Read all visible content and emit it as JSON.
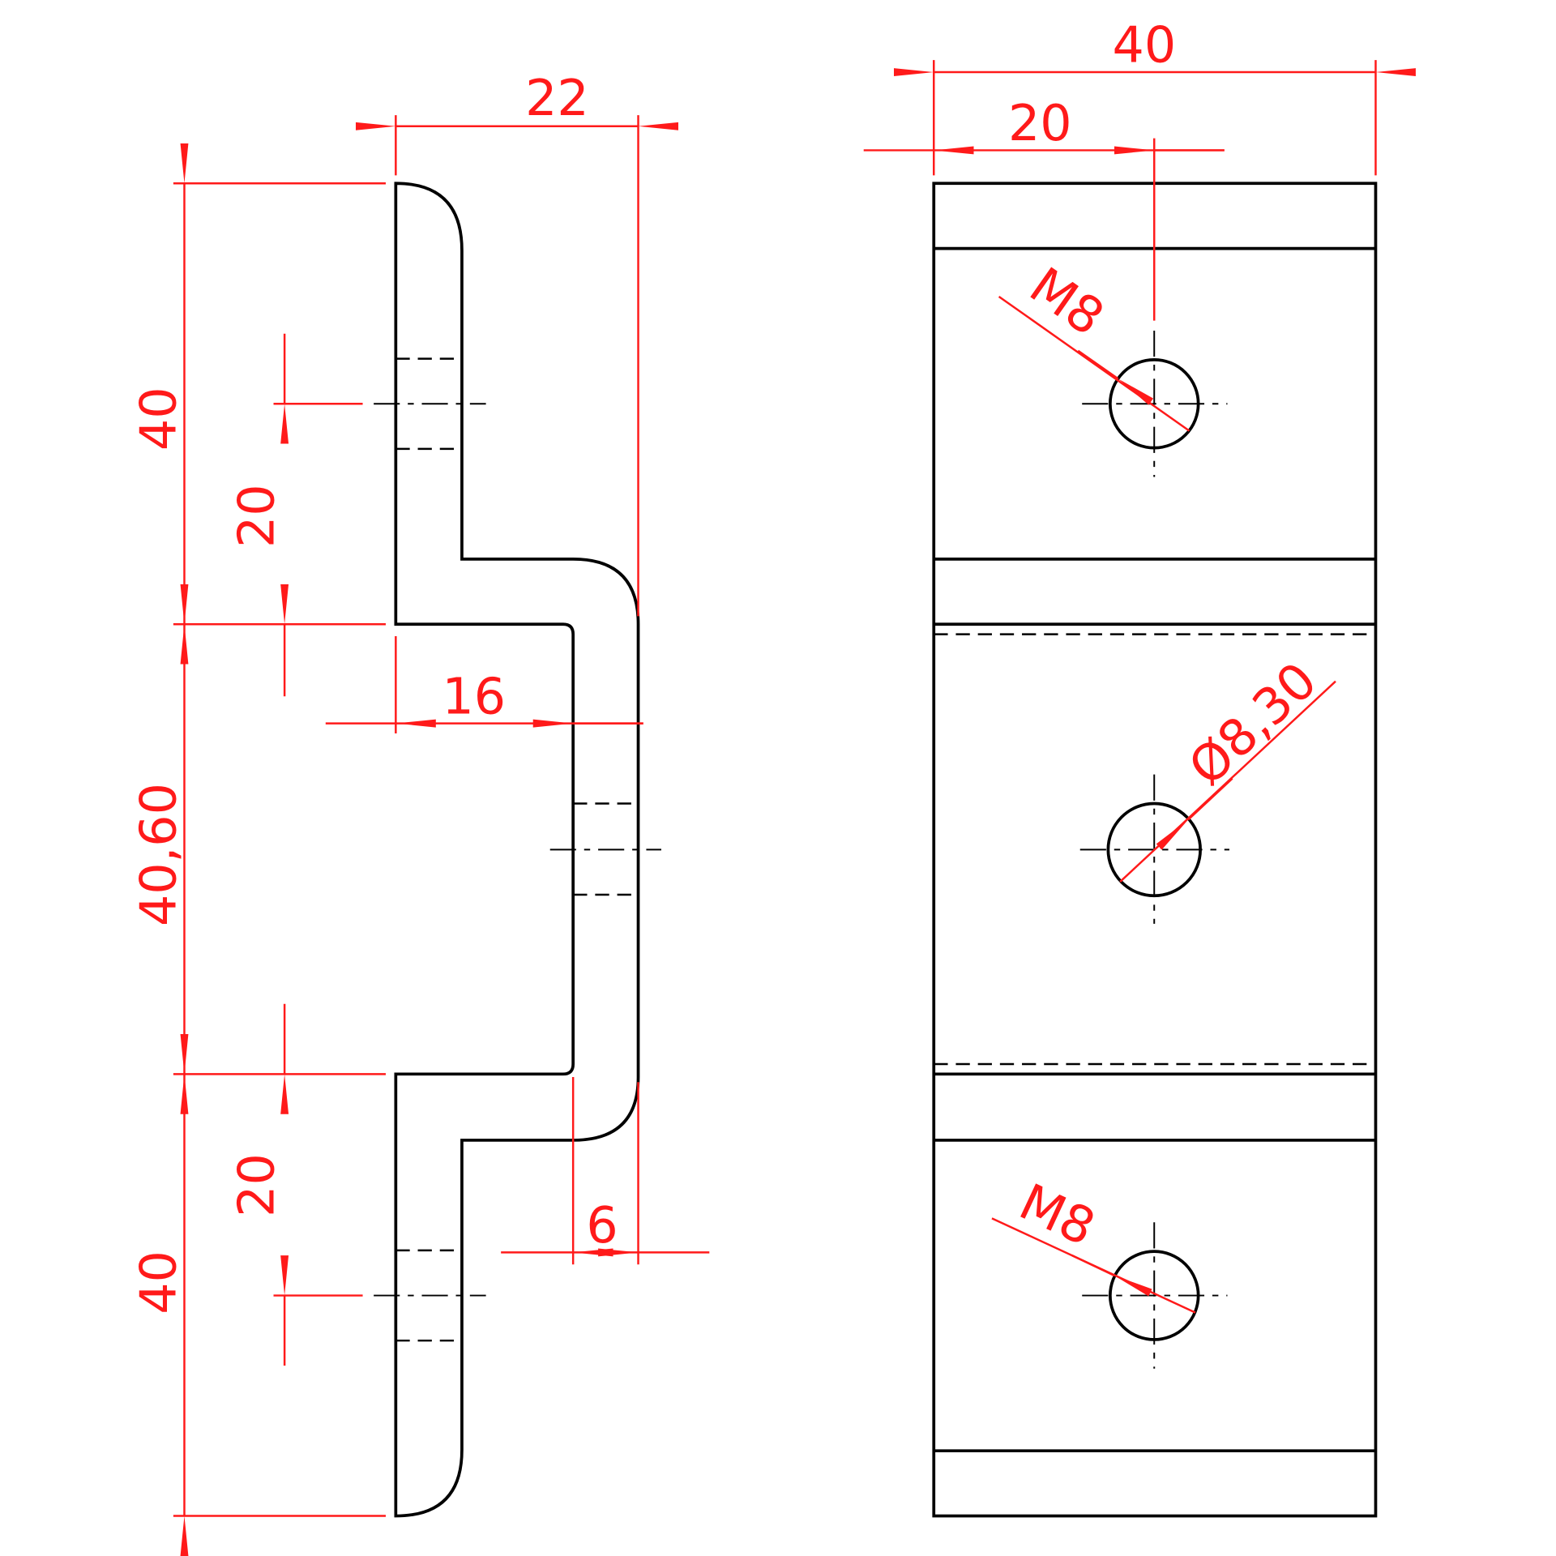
{
  "colors": {
    "dimension": "#ff1a1a",
    "outline": "#000000"
  },
  "side_view": {
    "width_total": "22",
    "upper_flange_height": "40",
    "upper_hole_offset": "20",
    "middle_height": "40,60",
    "inner_depth": "16",
    "lower_hole_offset": "20",
    "lower_flange_height": "40",
    "thickness": "6"
  },
  "front_view": {
    "width_total": "40",
    "hole_center_offset": "20",
    "top_hole_thread": "M8",
    "middle_hole_diameter": "Ø8,30",
    "bottom_hole_thread": "M8"
  }
}
